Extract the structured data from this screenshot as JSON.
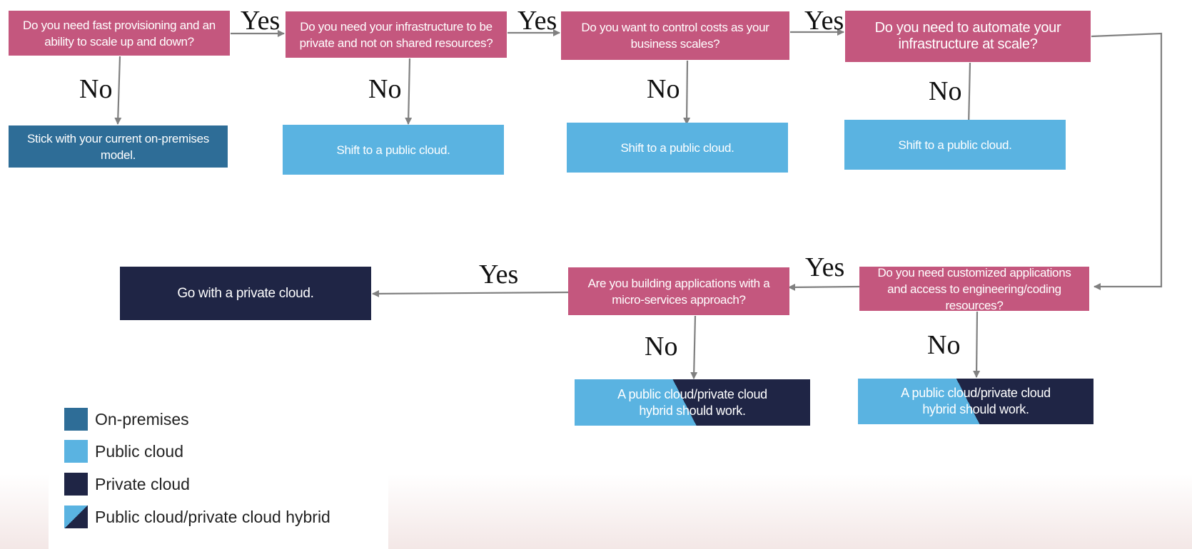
{
  "questions": {
    "q1": "Do you need fast provisioning and an ability to scale up and down?",
    "q2": "Do you need your infrastructure to be private and not on shared resources?",
    "q3": "Do you want to control costs as your business scales?",
    "q4": "Do you need to automate your infrastructure at scale?",
    "q5": "Do you need customized applications and access to engineering/coding resources?",
    "q6": "Are you building applications with a micro-services approach?"
  },
  "outcomes": {
    "onprem": "Stick with your current on-premises model.",
    "public1": "Shift to a public cloud.",
    "public2": "Shift to a public cloud.",
    "public3": "Shift to a public cloud.",
    "private": "Go with a private cloud.",
    "hybrid1": "A public cloud/private cloud hybrid should work.",
    "hybrid2": "A public cloud/private cloud hybrid should work."
  },
  "edge_labels": {
    "yes": "Yes",
    "no": "No"
  },
  "legend": [
    {
      "label": "On-premises",
      "color": "#2e6d97"
    },
    {
      "label": "Public cloud",
      "color": "#5ab3e1"
    },
    {
      "label": "Private cloud",
      "color": "#1f2545"
    },
    {
      "label": "Public cloud/private cloud hybrid",
      "color": "#5ab3e1"
    }
  ],
  "colors": {
    "question": "#c4577e",
    "on_premises": "#2e6d97",
    "public_cloud": "#5ab3e1",
    "private_cloud": "#1f2545",
    "arrow": "#808080"
  }
}
